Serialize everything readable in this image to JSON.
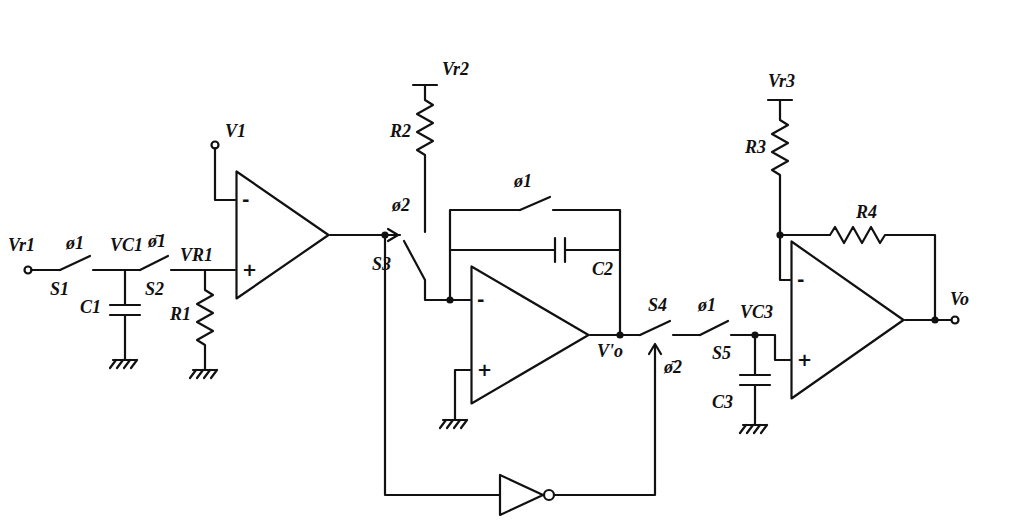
{
  "diagram": {
    "nodes": [
      {
        "text": [
          "-",
          "+"
        ]
      },
      {
        "text": [
          "-",
          "+"
        ]
      },
      {
        "text": [
          "-",
          "+"
        ]
      }
    ],
    "labels": [
      "Vr1",
      "ø1",
      "S1",
      "C1",
      "VC1",
      "ø̄1",
      "S2",
      "VR1",
      "R1",
      "V1",
      "Vr2",
      "R2",
      "ø2",
      "S3",
      "ø1",
      "C2",
      "V'o",
      "S4",
      "ø̄2",
      "ø1",
      "S5",
      "VC3",
      "C3",
      "Vr3",
      "R3",
      "R4",
      "Vo"
    ]
  }
}
